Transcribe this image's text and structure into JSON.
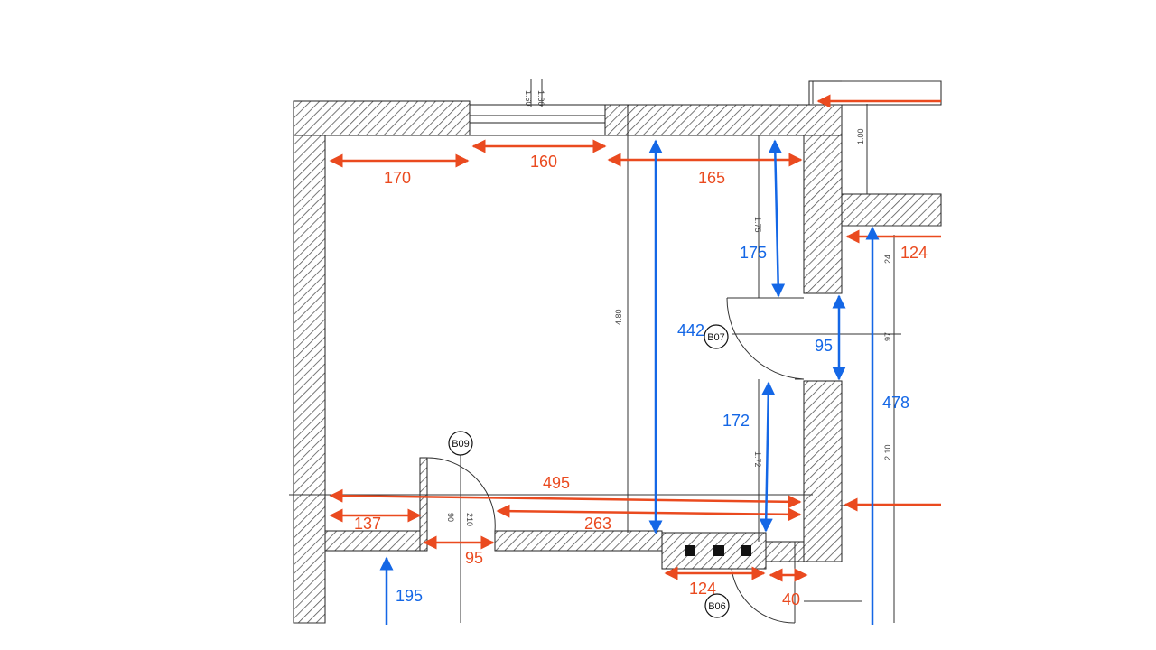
{
  "colors": {
    "red_dimension": "#ea4a1f",
    "blue_dimension": "#1467e6",
    "wall_hatch": "#555555"
  },
  "red_dimensions": {
    "top_left": "170",
    "top_window": "160",
    "top_right": "165",
    "right_wall": "124",
    "full_width": "495",
    "bottom_left": "137",
    "bottom_door": "95",
    "bottom_middle": "263",
    "bottom_closet": "124",
    "bottom_small": "40"
  },
  "blue_dimensions": {
    "room_depth": "442",
    "upper_closet": "175",
    "door_width": "95",
    "lower_closet": "172",
    "corridor": "478",
    "lower_room": "195"
  },
  "tags": {
    "b07": "B07",
    "b09": "B09",
    "b06": "B06"
  },
  "plan_text": {
    "dim_160_top": "1.60",
    "dim_180": "1.80",
    "dim_480": "4.80",
    "dim_175": "1.75",
    "dim_172": "1.72",
    "dim_210": "2.10",
    "dim_100": "1.00",
    "dim_24": "24",
    "dim_97": "97",
    "dim_90": "90",
    "dim_210b": "210"
  }
}
